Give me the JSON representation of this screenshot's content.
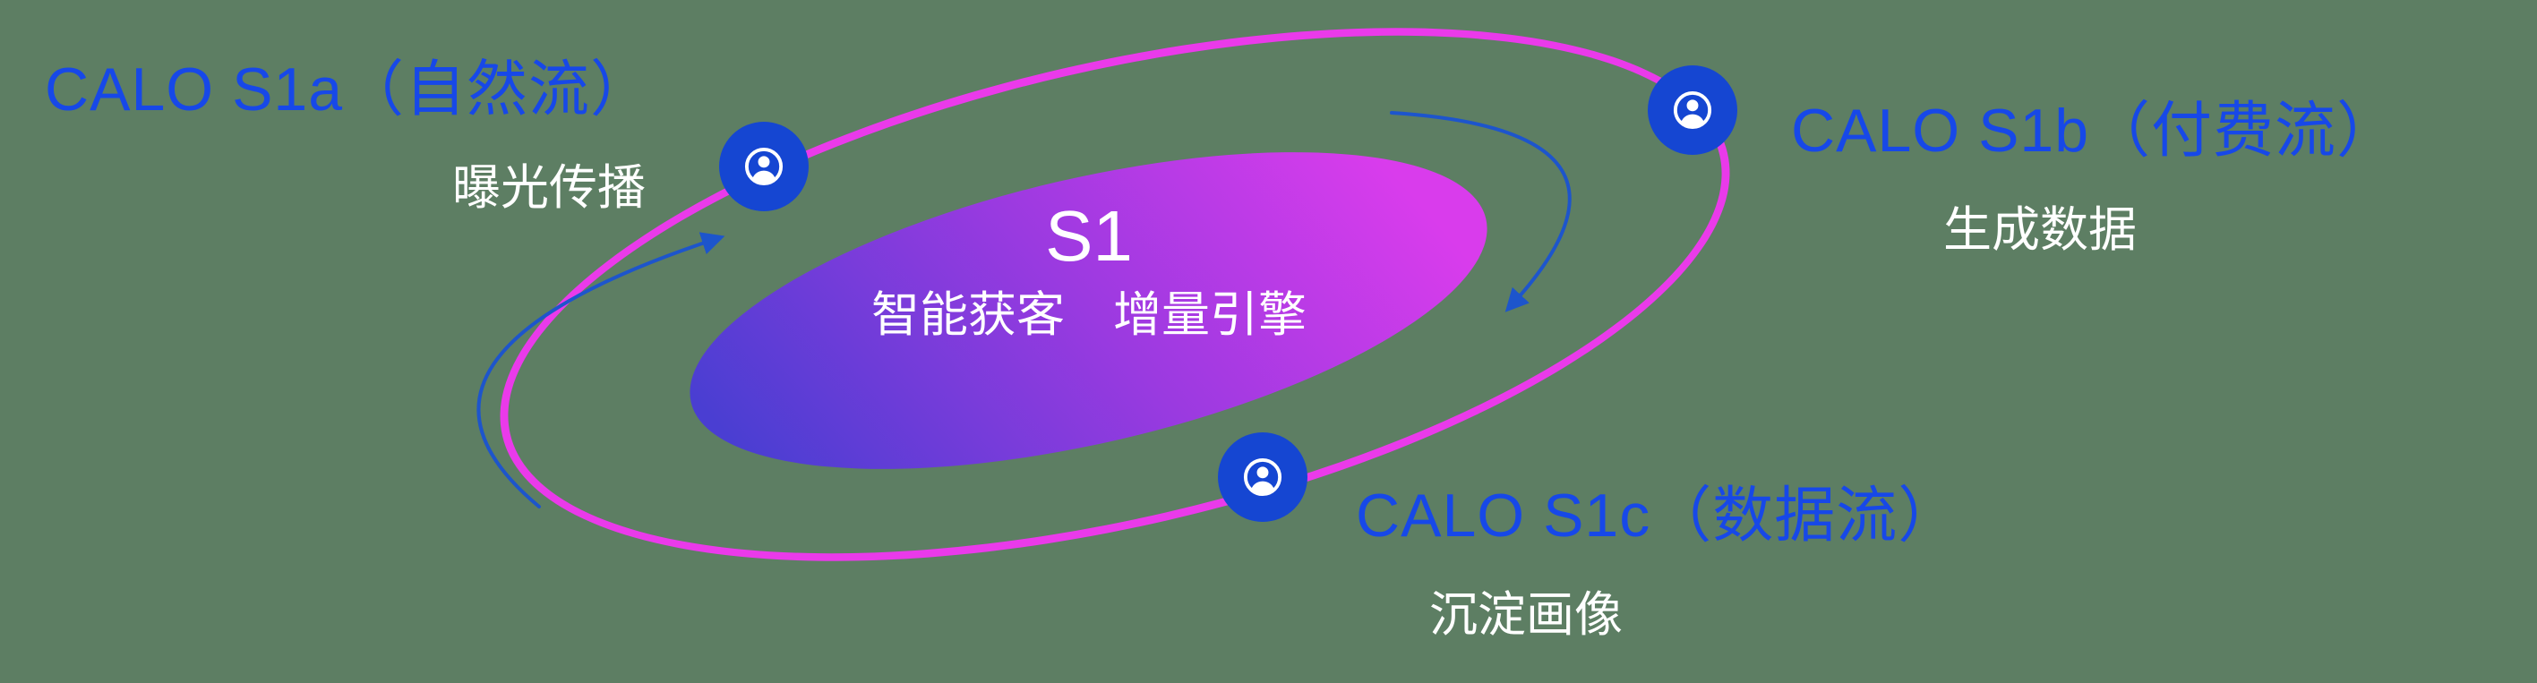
{
  "center": {
    "title": "S1",
    "subtitle": "智能获客　增量引擎"
  },
  "labels": {
    "s1a": {
      "title": "CALO S1a（自然流）",
      "subtitle": "曝光传播"
    },
    "s1b": {
      "title": "CALO S1b（付费流）",
      "subtitle": "生成数据"
    },
    "s1c": {
      "title": "CALO S1c（数据流）",
      "subtitle": "沉淀画像"
    }
  },
  "icons": {
    "node_icon": "person-in-circle-icon"
  },
  "colors": {
    "background": "#5d7e63",
    "orbit_ring": "#ea3aea",
    "node_fill": "#1546d2",
    "title_blue": "#1748e8",
    "arrow_blue": "#1d55cc",
    "text_white": "#ffffff",
    "core_gradient_start": "#4a3ed2",
    "core_gradient_mid": "#9a3ae0",
    "core_gradient_end": "#d93cec"
  }
}
